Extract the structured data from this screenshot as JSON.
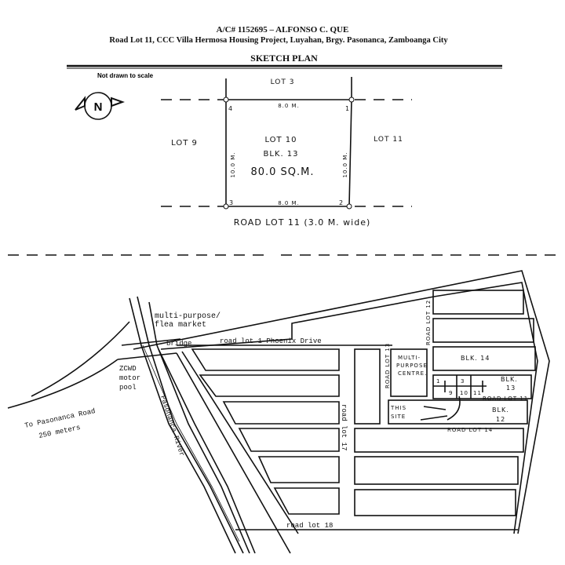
{
  "header": {
    "account": "A/C# 1152695 – ALFONSO C. QUE",
    "address": "Road Lot 11, CCC Villa Hermosa Housing Project, Luyahan, Brgy. Pasonanca, Zamboanga City",
    "title": "SKETCH PLAN",
    "scale_note": "Not drawn to scale",
    "north": "N"
  },
  "lot_plan": {
    "lot_top": "LOT 3",
    "lot_left": "LOT 9",
    "lot_right": "LOT 11",
    "lot_name": "LOT 10",
    "block": "BLK. 13",
    "area": "80.0 SQ.M.",
    "top_side": "8.0 M.",
    "bottom_side": "8.0 M.",
    "left_side": "10.0 M.",
    "right_side": "10.0 M.",
    "corners": [
      "1",
      "2",
      "3",
      "4"
    ],
    "road": "ROAD LOT 11 (3.0 M. wide)"
  },
  "vicinity_map": {
    "market": "multi-purpose/",
    "market2": "flea market",
    "bridge": "bridge",
    "road1": "road lot 1 Phoenix Drive",
    "zcwd1": "ZCWD",
    "zcwd2": "motor",
    "zcwd3": "pool",
    "to_road1": "To Pasonanca Road",
    "to_road2": "250 meters",
    "river": "Pasonanca River",
    "road17": "road lot 17",
    "road18": "road lot 18",
    "road13": "ROAD LOT 13",
    "road12": "ROAD LOT 12",
    "multi1": "MULTI-",
    "multi2": "PURPOSE",
    "multi3": "CENTRE.",
    "blk14": "BLK. 14",
    "blk13a": "BLK.",
    "blk13b": "13",
    "blk12a": "BLK.",
    "blk12b": "12",
    "road11": "ROAD LOT 11",
    "road14": "ROAD LOT 14",
    "site1": "THIS",
    "site2": "SITE",
    "lots": [
      "1",
      "3",
      "9",
      "10",
      "11"
    ]
  }
}
